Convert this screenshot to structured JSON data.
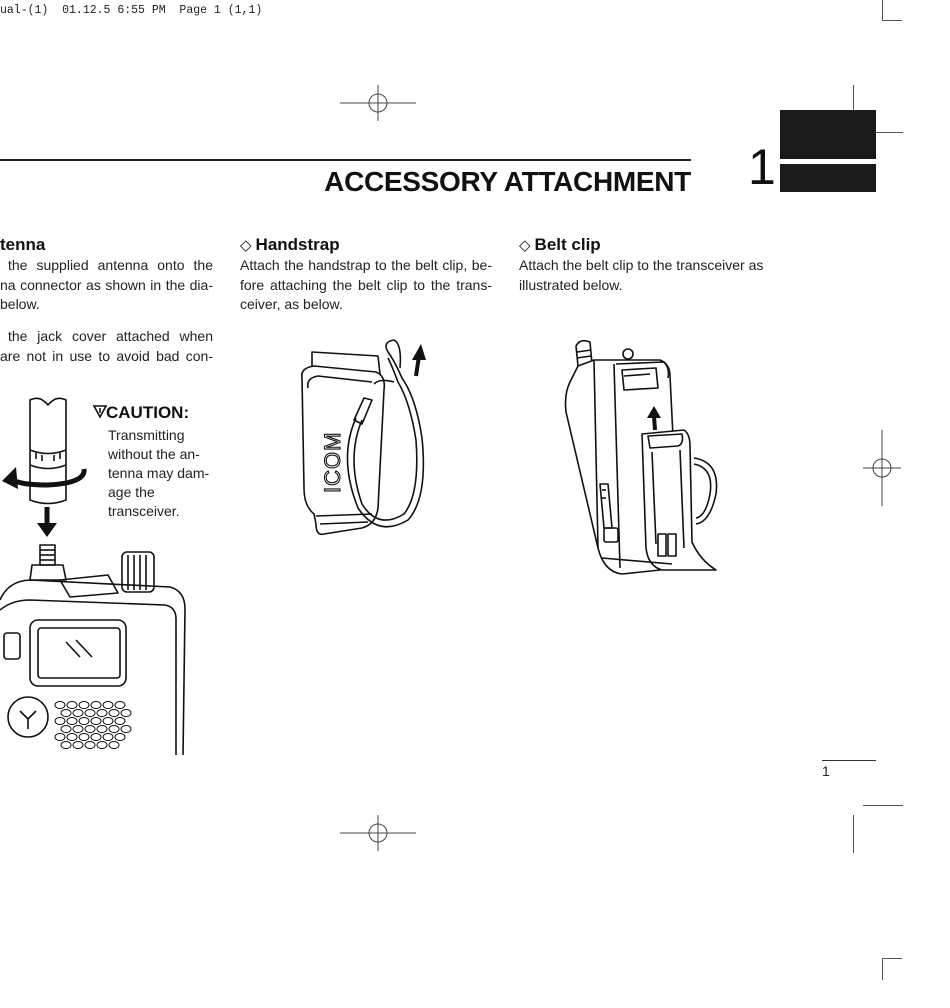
{
  "print_header": "ual-(1)  01.12.5 6:55 PM  Page 1 (1,1)",
  "section": {
    "title": "ACCESSORY ATTACHMENT",
    "chapter_number": "1"
  },
  "antenna": {
    "heading": "tenna",
    "lines": [
      "the supplied antenna onto the",
      "na connector as shown in the dia-",
      "below."
    ],
    "note_lines": [
      "the jack cover attached when",
      "are not in use to avoid bad con-"
    ]
  },
  "caution": {
    "icon": "warning-triangle-icon",
    "title": "CAUTION:",
    "lines": [
      "Transmitting",
      "without the an-",
      "tenna may dam-",
      "age the",
      "transceiver."
    ]
  },
  "handstrap": {
    "heading": "Handstrap",
    "lines": [
      "Attach the handstrap to the belt clip, be-",
      "fore attaching the belt clip to the trans-",
      "ceiver, as below."
    ],
    "logo_text": "ICOM"
  },
  "belt_clip": {
    "heading": "Belt clip",
    "lines": [
      "Attach the belt clip to the transceiver as",
      "illustrated below."
    ]
  },
  "footer": {
    "page_number": "1"
  }
}
